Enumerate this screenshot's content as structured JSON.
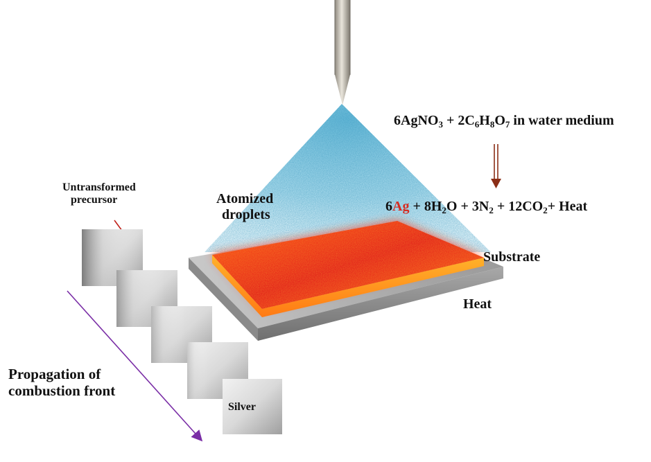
{
  "reaction": {
    "reactants": {
      "c1": "6AgNO",
      "s1": "3",
      "plus": " + 2C",
      "s2": "6",
      "h": "H",
      "s3": "8",
      "o": "O",
      "s4": "7",
      "tail": " in water medium"
    },
    "products": {
      "c1": "6",
      "ag": "Ag",
      "p1": " + 8H",
      "s1": "2",
      "p2": "O + 3N",
      "s2": "2",
      "p3": " + 12CO",
      "s3": "2",
      "p4": "+ Heat"
    }
  },
  "labels": {
    "atomized_line1": "Atomized",
    "atomized_line2": "droplets",
    "untransformed_line1": "Untransformed",
    "untransformed_line2": "precursor",
    "substrate": "Substrate",
    "heat": "Heat",
    "propagation_line1": "Propagation of",
    "propagation_line2": "combustion front",
    "silver": "Silver"
  },
  "colors": {
    "spray": "#7cc6df",
    "hot_film": "#e8261a",
    "film_glow": "#ff7a1a",
    "substrate": "#b9b9b9",
    "reaction_arrow": "#8b2e16",
    "propagation_arrow": "#7a2ea6",
    "pointer_arrow": "#c0201a",
    "ag_highlight": "#d62b20"
  },
  "icons": [
    "spray-nozzle-icon",
    "down-arrow-icon",
    "propagation-arrow-icon",
    "pointer-arrow-icon"
  ]
}
